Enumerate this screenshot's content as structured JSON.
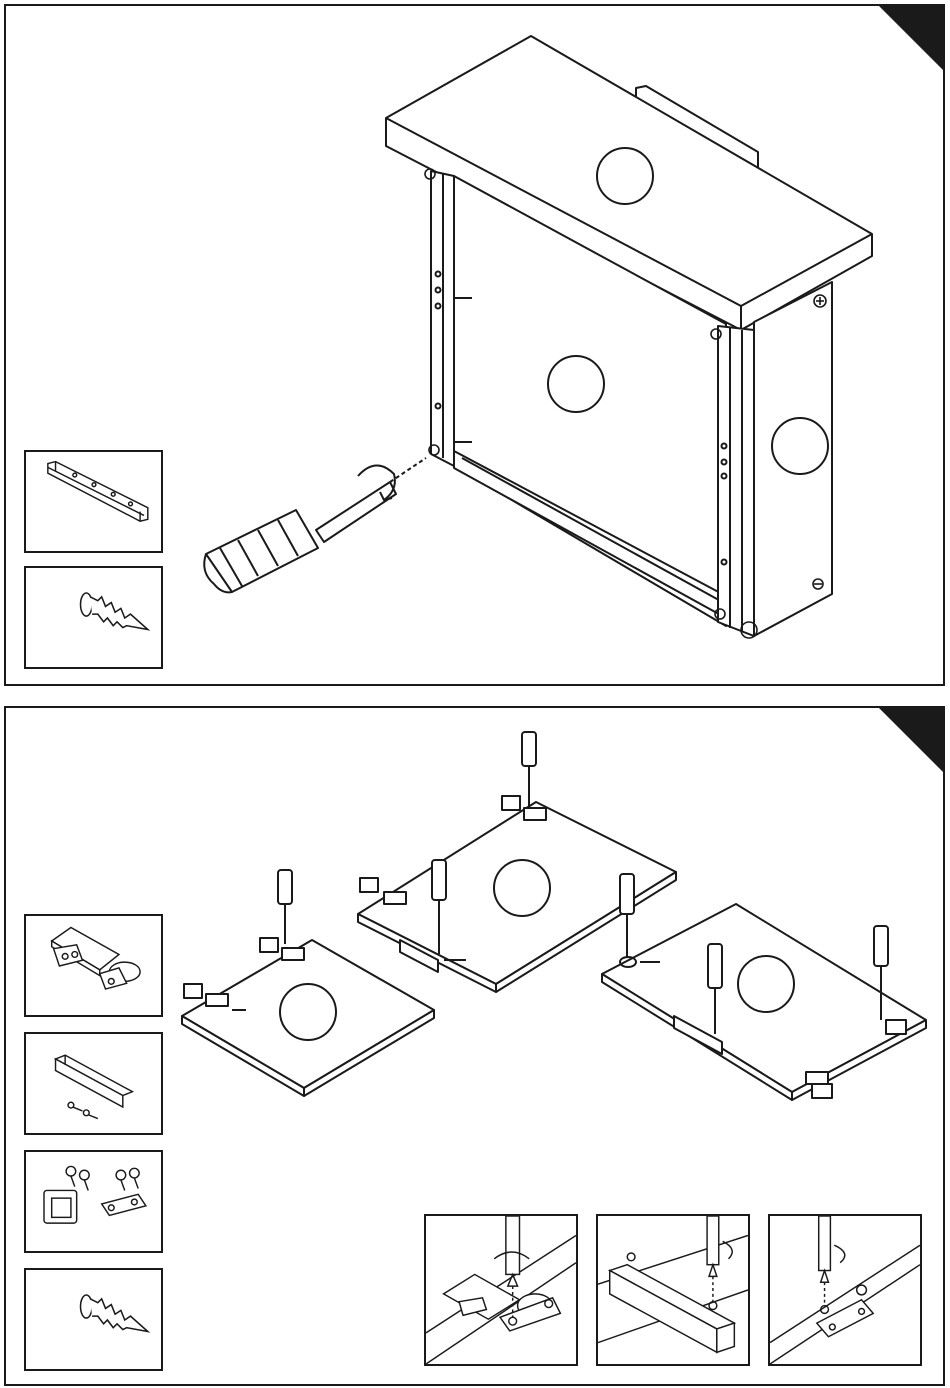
{
  "steps": [
    {
      "number": "",
      "parts": [
        "drawer-slide-rail",
        "screw"
      ],
      "callout_markers": [
        "",
        "",
        "",
        "",
        ""
      ]
    },
    {
      "number": "",
      "parts": [
        "concealed-hinge",
        "l-bracket-with-screws",
        "magnetic-catch-with-screws",
        "screw"
      ],
      "callout_markers": [
        "",
        "",
        ""
      ],
      "details": [
        "hinge-screw-detail",
        "bracket-screw-detail",
        "catch-plate-screw-detail"
      ]
    }
  ]
}
